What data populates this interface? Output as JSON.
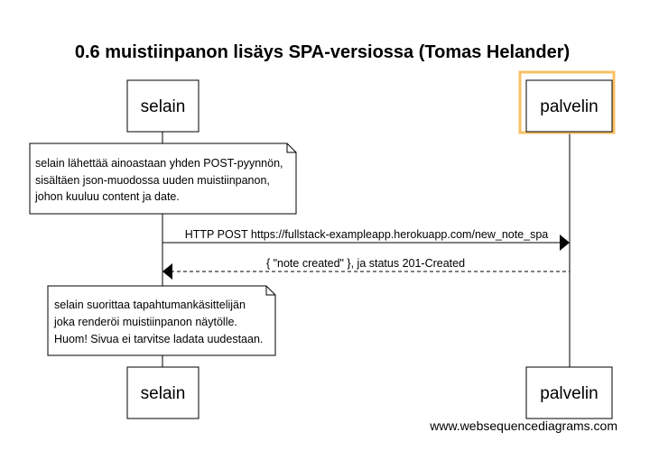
{
  "title": "0.6 muistiinpanon lisäys SPA-versiossa (Tomas Helander)",
  "participants": {
    "browser": "selain",
    "server": "palvelin"
  },
  "notes": [
    {
      "lines": [
        "selain lähettää ainoastaan yhden POST-pyynnön,",
        "sisältäen json-muodossa uuden muistiinpanon,",
        "johon kuuluu content ja date."
      ]
    },
    {
      "lines": [
        "selain suorittaa tapahtumankäsittelijän",
        "joka renderöi muistiinpanon näytölle.",
        "Huom! Sivua ei tarvitse ladata uudestaan."
      ]
    }
  ],
  "messages": [
    {
      "text": "HTTP POST https://fullstack-exampleapp.herokuapp.com/new_note_spa",
      "style": "solid"
    },
    {
      "text": "{ \"note created\" }, ja status 201-Created",
      "style": "dashed"
    }
  ],
  "highlight_color": "#f7c064",
  "footer": "www.websequencediagrams.com"
}
